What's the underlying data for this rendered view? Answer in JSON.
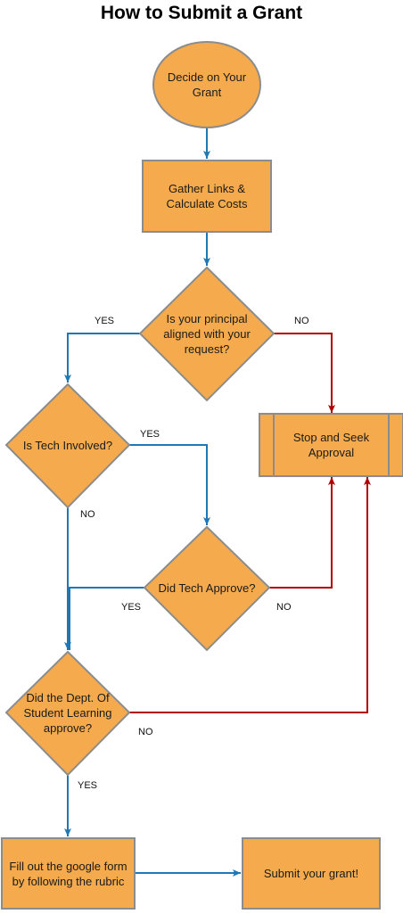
{
  "title": "How to Submit a Grant",
  "colors": {
    "fill": "#F5AB4D",
    "stroke": "#8C8C8C",
    "blue": "#1F77B4",
    "red": "#B20000"
  },
  "nodes": {
    "decide": "Decide on Your Grant",
    "gather": "Gather Links & Calculate Costs",
    "principal": "Is your principal aligned with your request?",
    "stop": "Stop and Seek Approval",
    "tech_involved": "Is Tech Involved?",
    "tech_approve": "Did Tech Approve?",
    "dsl": "Did the Dept. Of Student Learning approve?",
    "form": "Fill out the google form by following the rubric",
    "submit": "Submit your grant!"
  },
  "edge_labels": {
    "principal_yes": "YES",
    "principal_no": "NO",
    "tech_involved_yes": "YES",
    "tech_involved_no": "NO",
    "tech_approve_yes": "YES",
    "tech_approve_no": "NO",
    "dsl_no": "NO",
    "dsl_yes": "YES"
  }
}
